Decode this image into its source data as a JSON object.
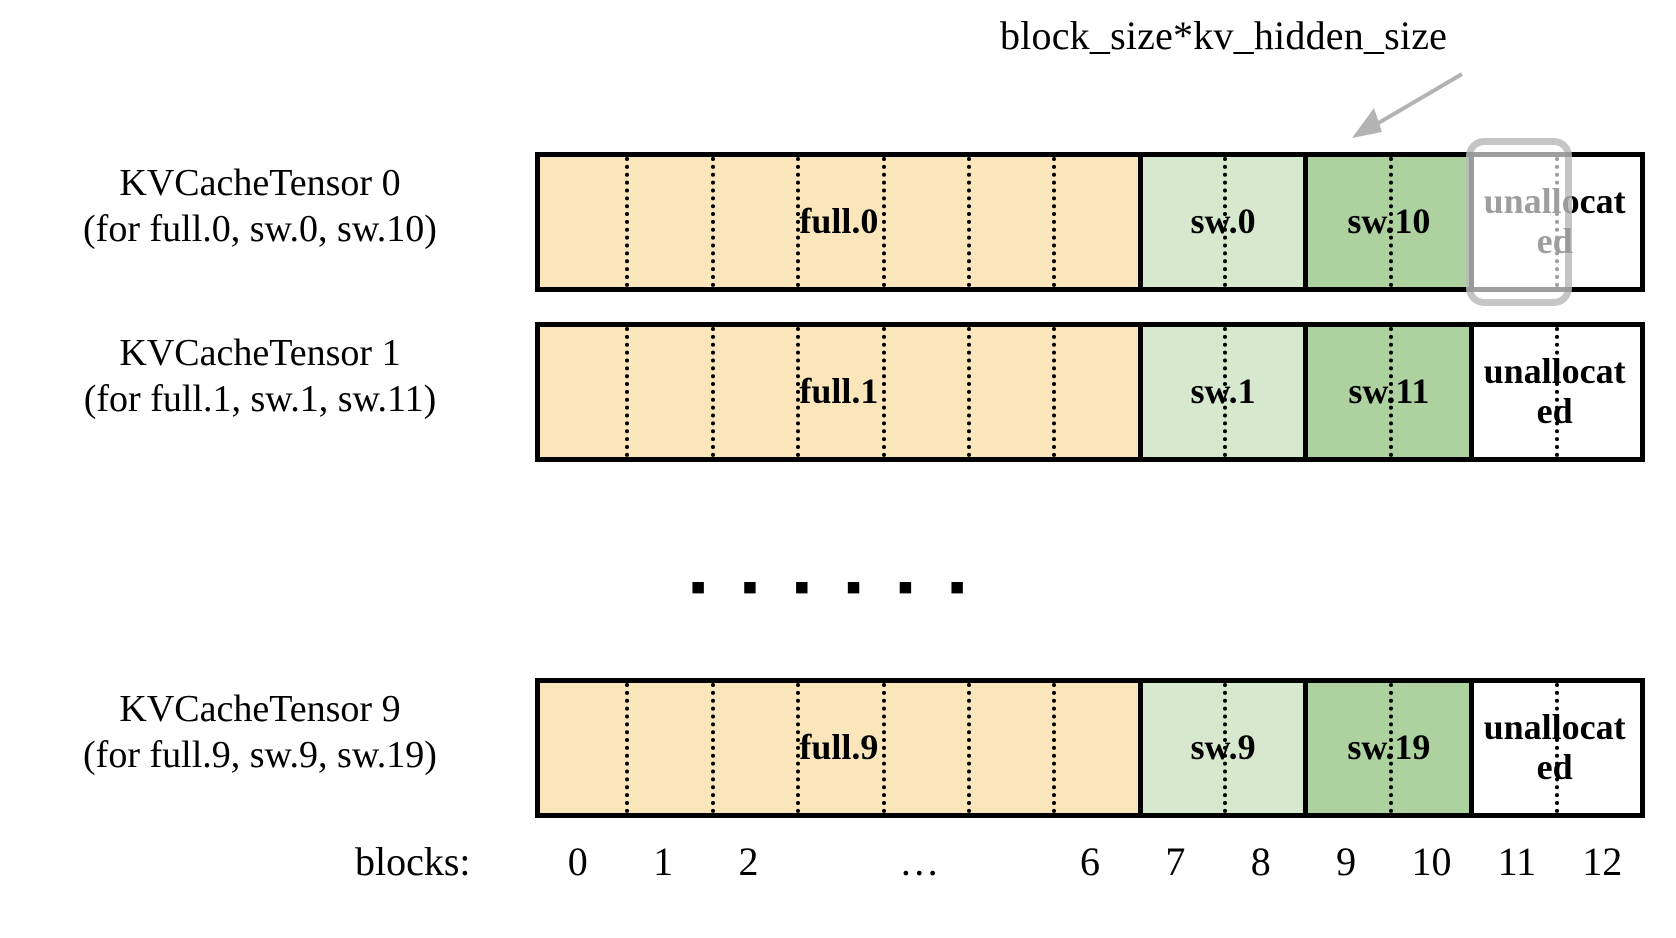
{
  "diagram": {
    "title": "KVCacheTensor memory layout",
    "annotation": {
      "text": "block_size*kv_hidden_size",
      "points_to": "block 11 of KVCacheTensor 0"
    },
    "colors": {
      "full_attention": "#FBE6BC",
      "sliding_window_a": "#D6E9CE",
      "sliding_window_b": "#AED1A0",
      "unallocated": "#FFFFFF",
      "border": "#000000",
      "highlight": "#9A9A9A",
      "annotation_arrow": "#B3B3B3"
    },
    "rows": [
      {
        "label_line1": "KVCacheTensor 0",
        "label_line2": "(for full.0, sw.0, sw.10)",
        "segments": [
          {
            "name": "full.0",
            "kind": "full",
            "blocks": 7,
            "color": "#FBE6BC"
          },
          {
            "name": "sw.0",
            "kind": "sw_a",
            "blocks": 2,
            "color": "#D6E9CE"
          },
          {
            "name": "sw.10",
            "kind": "sw_b",
            "blocks": 2,
            "color": "#AED1A0"
          },
          {
            "name": "unallocated",
            "kind": "free",
            "blocks": 2,
            "color": "#FFFFFF"
          }
        ]
      },
      {
        "label_line1": "KVCacheTensor 1",
        "label_line2": "(for full.1, sw.1, sw.11)",
        "segments": [
          {
            "name": "full.1",
            "kind": "full",
            "blocks": 7,
            "color": "#FBE6BC"
          },
          {
            "name": "sw.1",
            "kind": "sw_a",
            "blocks": 2,
            "color": "#D6E9CE"
          },
          {
            "name": "sw.11",
            "kind": "sw_b",
            "blocks": 2,
            "color": "#AED1A0"
          },
          {
            "name": "unallocated",
            "kind": "free",
            "blocks": 2,
            "color": "#FFFFFF"
          }
        ]
      },
      {
        "label_line1": "KVCacheTensor 9",
        "label_line2": "(for full.9, sw.9, sw.19)",
        "segments": [
          {
            "name": "full.9",
            "kind": "full",
            "blocks": 7,
            "color": "#FBE6BC"
          },
          {
            "name": "sw.9",
            "kind": "sw_a",
            "blocks": 2,
            "color": "#D6E9CE"
          },
          {
            "name": "sw.19",
            "kind": "sw_b",
            "blocks": 2,
            "color": "#AED1A0"
          },
          {
            "name": "unallocated",
            "kind": "free",
            "blocks": 2,
            "color": "#FFFFFF"
          }
        ]
      }
    ],
    "vertical_ellipsis": "▪ ▪ ▪ ▪ ▪ ▪",
    "axis": {
      "caption": "blocks:",
      "ticks": [
        "0",
        "1",
        "2",
        "…",
        "6",
        "7",
        "8",
        "9",
        "10",
        "11",
        "12"
      ]
    }
  }
}
